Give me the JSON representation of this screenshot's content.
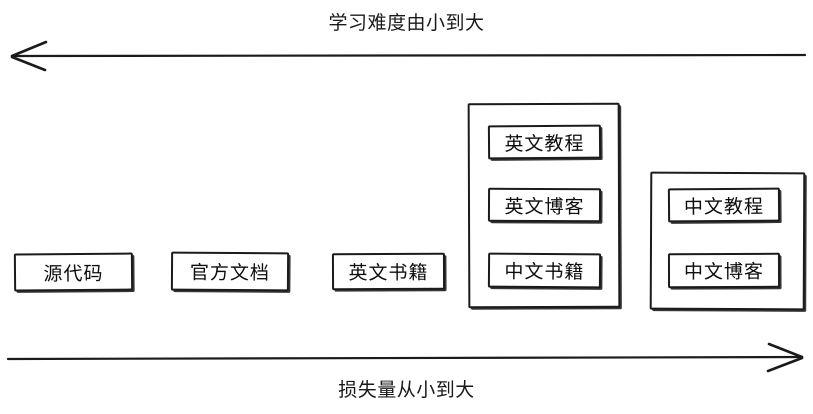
{
  "diagram": {
    "title_top": "学习难度由小到大",
    "title_bottom": "损失量从小到大",
    "top_axis": {
      "label": "学习难度由小到大",
      "direction": "left",
      "arrow_icon": "arrow-left-icon"
    },
    "bottom_axis": {
      "label": "损失量从小到大",
      "direction": "right",
      "arrow_icon": "arrow-right-icon"
    },
    "items": [
      {
        "label": "源代码"
      },
      {
        "label": "官方文档"
      },
      {
        "label": "英文书籍"
      }
    ],
    "groups": [
      {
        "name": "group-one",
        "items": [
          {
            "label": "英文教程"
          },
          {
            "label": "英文博客"
          },
          {
            "label": "中文书籍"
          }
        ]
      },
      {
        "name": "group-two",
        "items": [
          {
            "label": "中文教程"
          },
          {
            "label": "中文博客"
          }
        ]
      }
    ]
  },
  "colors": {
    "stroke": "#1b1b1b",
    "background": "#ffffff",
    "text": "#0d0d0d"
  }
}
